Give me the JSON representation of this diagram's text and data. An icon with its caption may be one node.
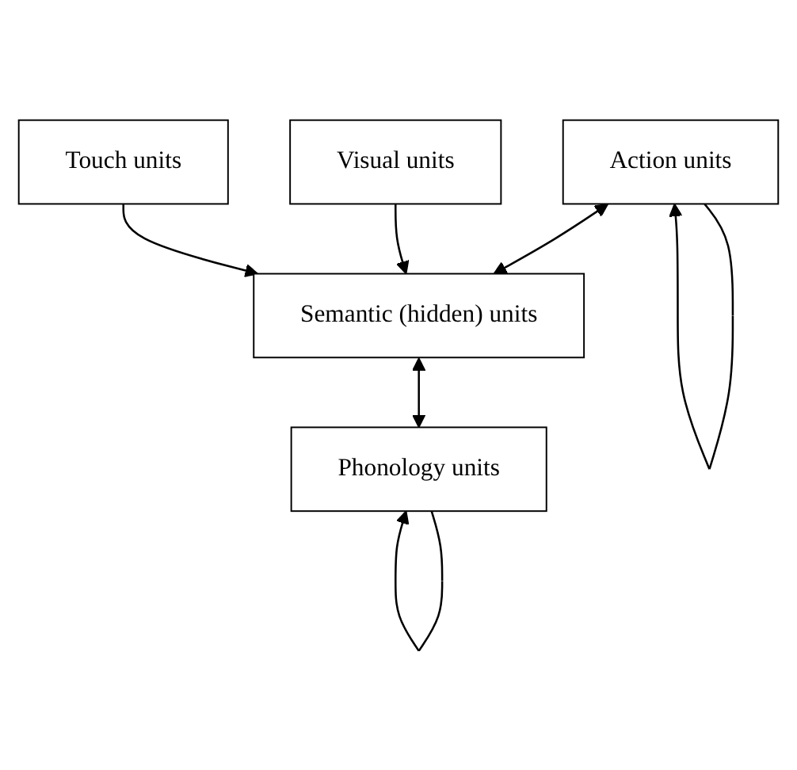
{
  "diagram": {
    "nodes": [
      {
        "text": [
          "Action units"
        ]
      },
      {
        "text": [
          "Visual units"
        ]
      },
      {
        "text": [
          "Semantic (hidden) units"
        ]
      },
      {
        "text": [
          "Touch units"
        ]
      },
      {
        "text": [
          "Phonology units"
        ]
      }
    ],
    "edges": [
      {
        "from": 0,
        "to": 0,
        "arrow": "to"
      },
      {
        "from": 0,
        "to": 2,
        "arrow": "both"
      },
      {
        "from": 1,
        "to": 2,
        "arrow": "to"
      },
      {
        "from": 3,
        "to": 2,
        "arrow": "to"
      },
      {
        "from": 2,
        "to": 4,
        "arrow": "both"
      },
      {
        "from": 4,
        "to": 4,
        "arrow": "to"
      }
    ]
  }
}
